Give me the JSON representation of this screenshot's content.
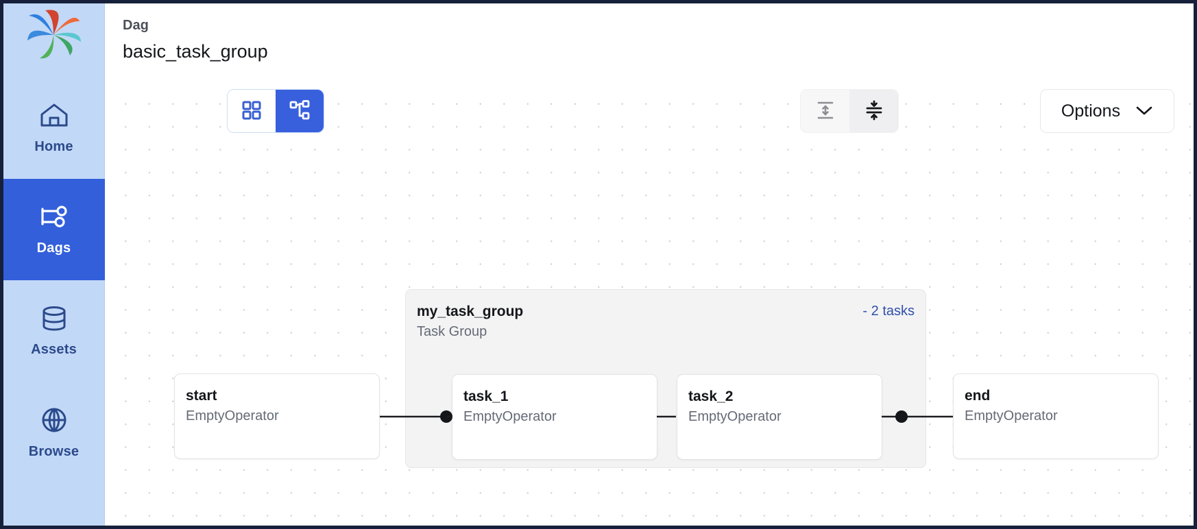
{
  "app": {
    "brand": "apache-airflow-pinwheel-logo"
  },
  "sidebar": {
    "items": [
      {
        "id": "home",
        "label": "Home",
        "icon": "home-icon",
        "active": false
      },
      {
        "id": "dags",
        "label": "Dags",
        "icon": "dag-icon",
        "active": true
      },
      {
        "id": "assets",
        "label": "Assets",
        "icon": "database-icon",
        "active": false
      },
      {
        "id": "browse",
        "label": "Browse",
        "icon": "globe-icon",
        "active": false
      }
    ]
  },
  "header": {
    "breadcrumb": "Dag",
    "title": "basic_task_group"
  },
  "toolbar": {
    "view_toggle": {
      "grid_view_icon": "grid-view-icon",
      "graph_view_icon": "graph-view-icon",
      "selected": "graph"
    },
    "zoom_controls": [
      {
        "id": "expand-vertical",
        "icon": "expand-vertical-icon"
      },
      {
        "id": "collapse-vertical",
        "icon": "collapse-vertical-icon"
      }
    ],
    "options_label": "Options",
    "options_chevron": "chevron-down-icon"
  },
  "graph": {
    "nodes": [
      {
        "id": "start",
        "title": "start",
        "subtitle": "EmptyOperator"
      },
      {
        "id": "task_1",
        "title": "task_1",
        "subtitle": "EmptyOperator"
      },
      {
        "id": "task_2",
        "title": "task_2",
        "subtitle": "EmptyOperator"
      },
      {
        "id": "end",
        "title": "end",
        "subtitle": "EmptyOperator"
      }
    ],
    "task_group": {
      "title": "my_task_group",
      "subtitle": "Task Group",
      "toggle_label": "- 2 tasks",
      "task_count": 2
    }
  },
  "colors": {
    "sidebar_bg": "#c2d8f7",
    "sidebar_active": "#335fdb",
    "accent_blue": "#3860dd",
    "link_blue": "#2f4faa",
    "group_bg": "#f3f3f4",
    "node_border": "#e3e3e7",
    "text_primary": "#14161a",
    "text_muted": "#646a75"
  }
}
